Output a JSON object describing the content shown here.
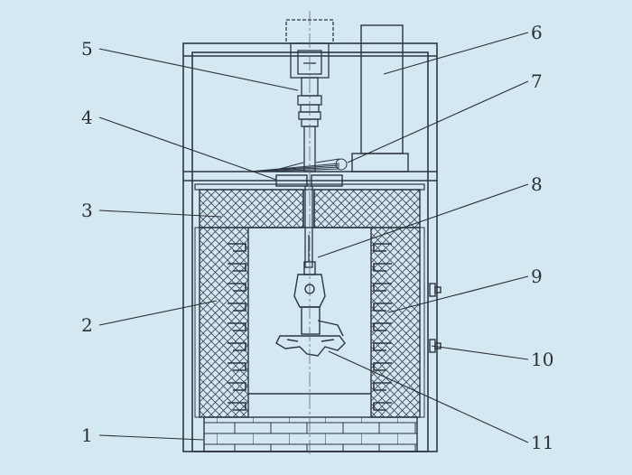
{
  "colors": {
    "background": "#d4e8f2",
    "line": "#2c3640",
    "hatch": "#3a4650",
    "leader": "#2a2f35"
  },
  "labels": [
    {
      "id": "1",
      "text": "1"
    },
    {
      "id": "2",
      "text": "2"
    },
    {
      "id": "3",
      "text": "3"
    },
    {
      "id": "4",
      "text": "4"
    },
    {
      "id": "5",
      "text": "5"
    },
    {
      "id": "6",
      "text": "6"
    },
    {
      "id": "7",
      "text": "7"
    },
    {
      "id": "8",
      "text": "8"
    },
    {
      "id": "9",
      "text": "9"
    },
    {
      "id": "10",
      "text": "10"
    },
    {
      "id": "11",
      "text": "11"
    }
  ]
}
